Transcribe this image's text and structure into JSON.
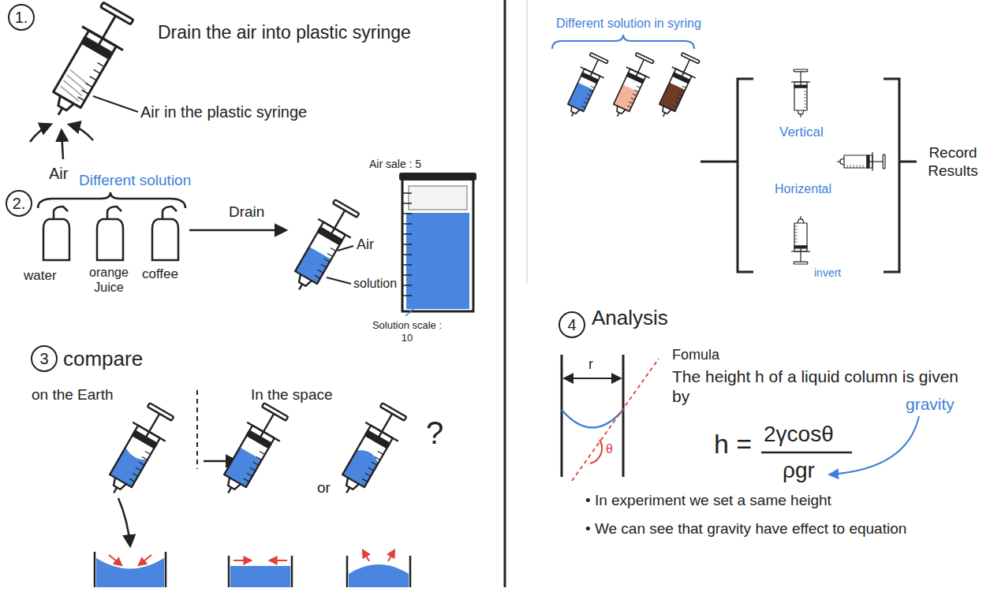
{
  "diagram": {
    "nodes": [
      {
        "text": [
          "1."
        ]
      },
      {
        "text": [
          "2."
        ]
      },
      {
        "text": [
          "3"
        ]
      },
      {
        "text": [
          "4"
        ]
      }
    ],
    "labels": [
      "Drain the air into plastic syringe",
      "Air in the plastic syringe",
      "Air",
      "Different solution",
      "water",
      "orange Juice",
      "coffee",
      "Drain",
      "Air",
      "solution",
      "Air sale : 5",
      "Solution scale : 10",
      "compare",
      "on the Earth",
      "In the space",
      "or",
      "?",
      "Different solution in syring",
      "Vertical",
      "Horizental",
      "invert",
      "Record Results",
      "Analysis",
      "r",
      "θ",
      "Fomula",
      "The height h of a liquid column is given by",
      "h =",
      "2γcosθ",
      "ρgr",
      "gravity",
      "• In experiment we set a same height",
      "• We can see that gravity have effect to equation"
    ]
  }
}
